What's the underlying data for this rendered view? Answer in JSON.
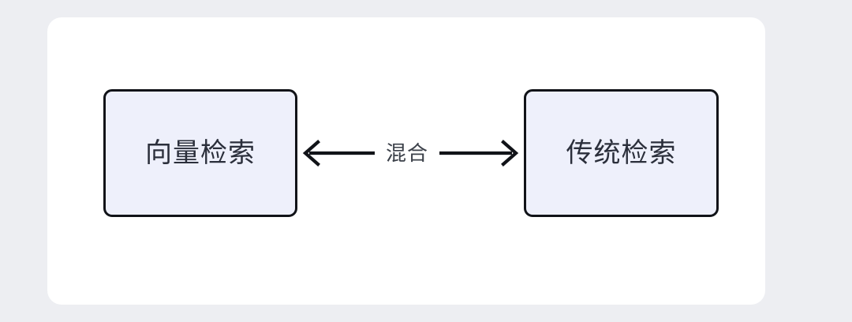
{
  "canvas": {
    "background_color": "#edeef2",
    "card_background_color": "#ffffff"
  },
  "diagram": {
    "type": "flow-relationship",
    "node_fill_color": "#eef0fb",
    "node_border_color": "#111318",
    "nodes": [
      {
        "id": "vector-retrieval",
        "label": "向量检索",
        "position": "left"
      },
      {
        "id": "traditional-retrieval",
        "label": "传统检索",
        "position": "right"
      }
    ],
    "edges": [
      {
        "id": "hybrid",
        "label": "混合",
        "direction": "bidirectional",
        "from": "vector-retrieval",
        "to": "traditional-retrieval",
        "color": "#111318"
      }
    ]
  }
}
